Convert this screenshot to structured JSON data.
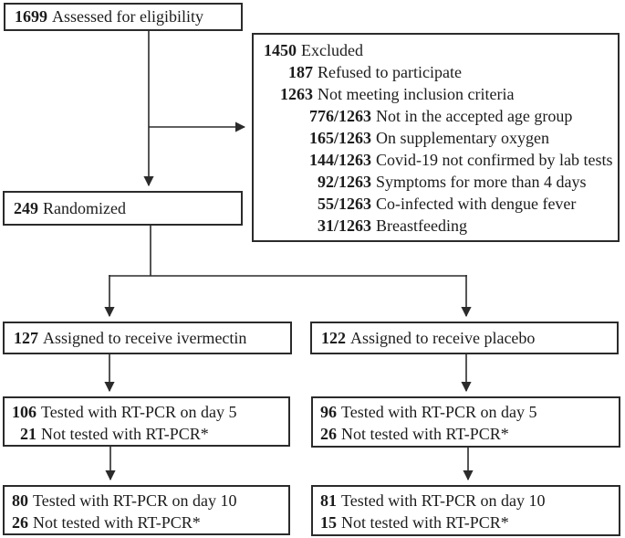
{
  "colors": {
    "ink": "#2b2b2b",
    "background": "#ffffff"
  },
  "diagram": {
    "assessed": {
      "num": "1699",
      "label": "Assessed for eligibility"
    },
    "excluded": {
      "lines": [
        {
          "num": "1450",
          "label": "Excluded"
        },
        {
          "num": "187",
          "label": "Refused to participate"
        },
        {
          "num": "1263",
          "label": "Not meeting inclusion criteria"
        },
        {
          "num": "776/1263",
          "label": "Not in the accepted age group"
        },
        {
          "num": "165/1263",
          "label": "On supplementary oxygen"
        },
        {
          "num": "144/1263",
          "label": "Covid-19 not confirmed by lab tests"
        },
        {
          "num": "92/1263",
          "label": "Symptoms for more than 4 days"
        },
        {
          "num": "55/1263",
          "label": "Co-infected with dengue fever"
        },
        {
          "num": "31/1263",
          "label": "Breastfeeding"
        }
      ]
    },
    "randomized": {
      "num": "249",
      "label": "Randomized"
    },
    "arm_ivermectin": {
      "num": "127",
      "label": "Assigned to receive ivermectin"
    },
    "arm_placebo": {
      "num": "122",
      "label": "Assigned to receive placebo"
    },
    "ivermectin_day5": {
      "lines": [
        {
          "num": "106",
          "label": "Tested with RT-PCR on day 5"
        },
        {
          "num": "21",
          "label": "Not tested with RT-PCR*"
        }
      ]
    },
    "placebo_day5": {
      "lines": [
        {
          "num": "96",
          "label": "Tested with RT-PCR on day 5"
        },
        {
          "num": "26",
          "label": "Not tested with RT-PCR*"
        }
      ]
    },
    "ivermectin_day10": {
      "lines": [
        {
          "num": "80",
          "label": "Tested with RT-PCR on day 10"
        },
        {
          "num": "26",
          "label": "Not tested with RT-PCR*"
        }
      ]
    },
    "placebo_day10": {
      "lines": [
        {
          "num": "81",
          "label": "Tested with RT-PCR on day 10"
        },
        {
          "num": "15",
          "label": "Not tested with RT-PCR*"
        }
      ]
    }
  }
}
